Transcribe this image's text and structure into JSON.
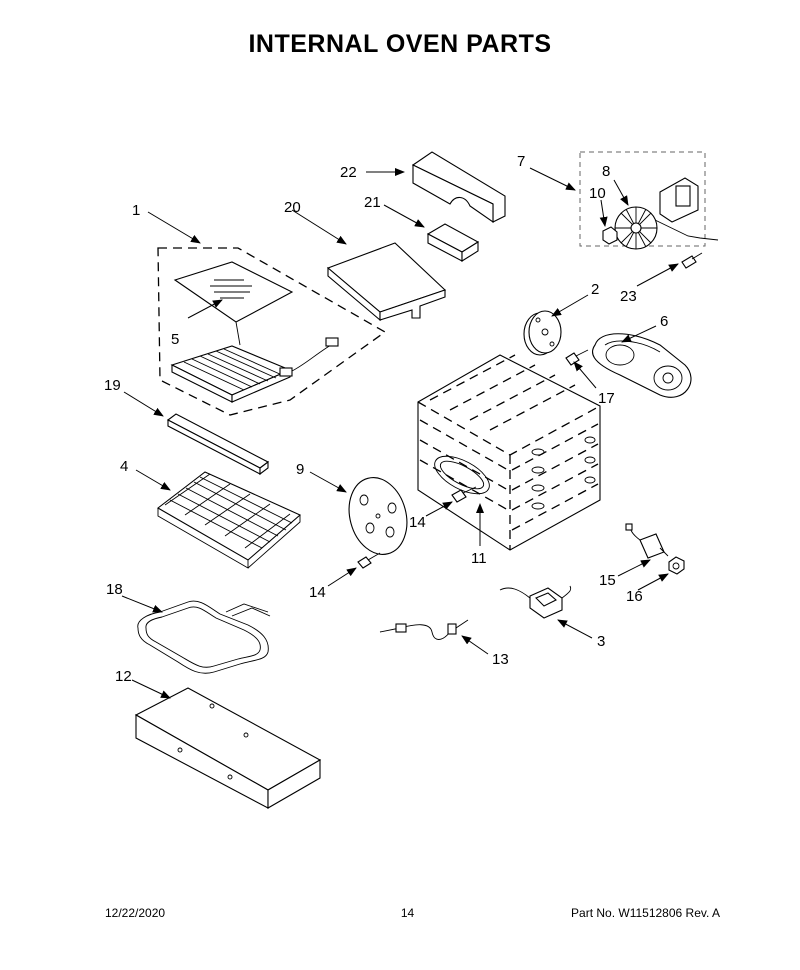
{
  "title": "INTERNAL OVEN PARTS",
  "footer": {
    "date": "12/22/2020",
    "page": "14",
    "part_no": "Part No.  W11512806  Rev.  A"
  },
  "callouts": [
    {
      "id": "c1",
      "label": "1"
    },
    {
      "id": "c2",
      "label": "2"
    },
    {
      "id": "c3",
      "label": "3"
    },
    {
      "id": "c4",
      "label": "4"
    },
    {
      "id": "c5",
      "label": "5"
    },
    {
      "id": "c6",
      "label": "6"
    },
    {
      "id": "c7",
      "label": "7"
    },
    {
      "id": "c8",
      "label": "8"
    },
    {
      "id": "c9",
      "label": "9"
    },
    {
      "id": "c10",
      "label": "10"
    },
    {
      "id": "c11",
      "label": "11"
    },
    {
      "id": "c12",
      "label": "12"
    },
    {
      "id": "c13",
      "label": "13"
    },
    {
      "id": "c14a",
      "label": "14"
    },
    {
      "id": "c14b",
      "label": "14"
    },
    {
      "id": "c15",
      "label": "15"
    },
    {
      "id": "c16",
      "label": "16"
    },
    {
      "id": "c17",
      "label": "17"
    },
    {
      "id": "c18",
      "label": "18"
    },
    {
      "id": "c19",
      "label": "19"
    },
    {
      "id": "c20",
      "label": "20"
    },
    {
      "id": "c21",
      "label": "21"
    },
    {
      "id": "c22",
      "label": "22"
    },
    {
      "id": "c23",
      "label": "23"
    }
  ]
}
